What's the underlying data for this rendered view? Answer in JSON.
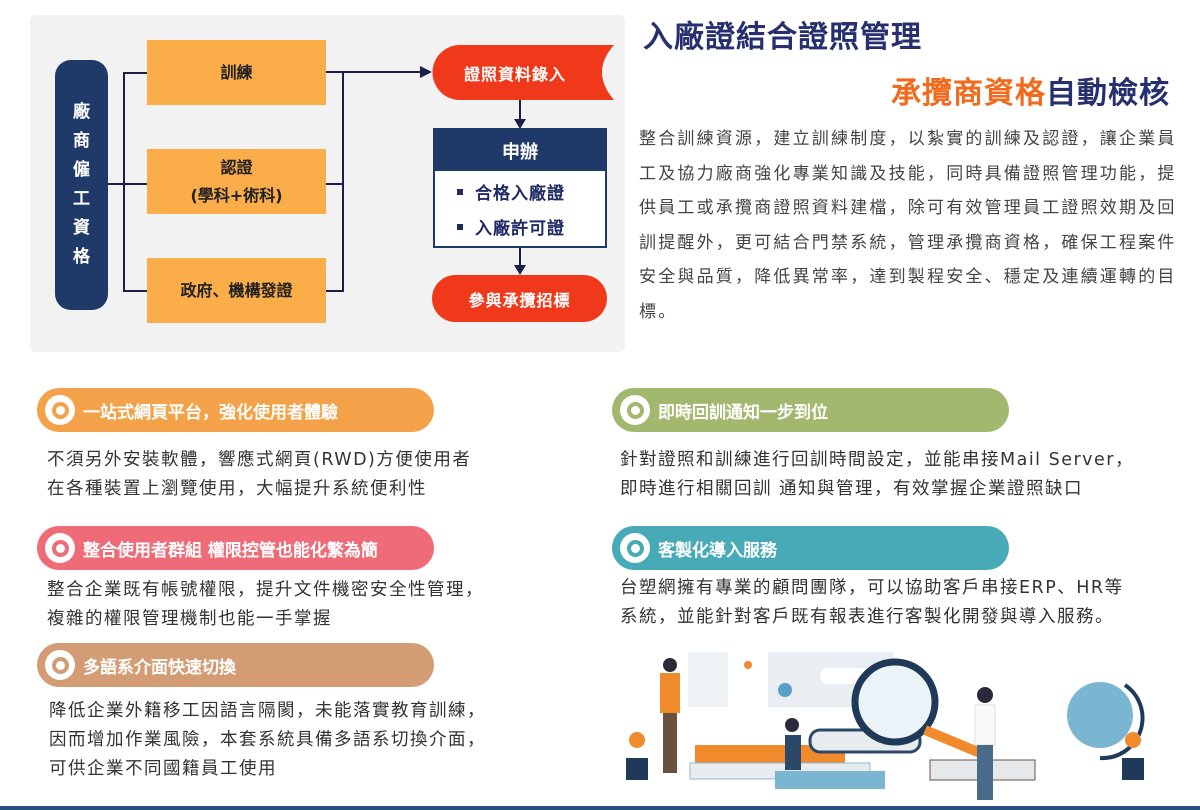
{
  "diagram": {
    "vertical_label": [
      "廠",
      "商",
      "僱",
      "工",
      "資",
      "格"
    ],
    "boxes": [
      "訓練",
      "認證",
      "(學科+術科)",
      "政府、機構發證"
    ],
    "entry": "證照資料錄入",
    "apply": {
      "header": "申辦",
      "items": [
        "合格入廠證",
        "入廠許可證"
      ]
    },
    "bid": "參與承攬招標"
  },
  "header": {
    "title": "入廠證結合證照管理",
    "subtitle_highlight": "承攬商資格",
    "subtitle_rest": "自動檢核"
  },
  "intro": "整合訓練資源，建立訓練制度，以紮實的訓練及認證，讓企業員工及協力廠商強化專業知識及技能，同時具備證照管理功能，提供員工或承攬商證照資料建檔，除可有效管理員工證照效期及回訓提醒外，更可結合門禁系統，管理承攬商資格，確保工程案件安全與品質，降低異常率，達到製程安全、穩定及連續運轉的目標。",
  "features": [
    {
      "title": "一站式網頁平台，強化使用者體驗",
      "lines": [
        "不須另外安裝軟體，響應式網頁(RWD)方便使用者",
        "在各種裝置上瀏覽使用，大幅提升系統便利性"
      ],
      "color": "#f3a24a"
    },
    {
      "title": "整合使用者群組 權限控管也能化繁為簡",
      "lines": [
        "整合企業既有帳號權限，提升文件機密安全性管理，",
        "複雜的權限管理機制也能一手掌握"
      ],
      "color": "#ef6b78"
    },
    {
      "title": "多語系介面快速切換",
      "lines": [
        "降低企業外籍移工因語言隔閡，未能落實教育訓練，",
        "因而增加作業風險，本套系統具備多語系切換介面，",
        "可供企業不同國籍員工使用"
      ],
      "color": "#d39c74"
    },
    {
      "title": "即時回訓通知一步到位",
      "lines": [
        "針對證照和訓練進行回訓時間設定，並能串接Mail Server，",
        "即時進行相關回訓  通知與管理，有效掌握企業證照缺口"
      ],
      "color": "#a3b86f"
    },
    {
      "title": "客製化導入服務",
      "lines": [
        "台塑網擁有專業的顧問團隊，可以協助客戶串接ERP、HR等",
        "系統，並能針對客戶既有報表進行客製化開發與導入服務。"
      ],
      "color": "#48aab7"
    }
  ],
  "colors": {
    "navy": "#1f3a68",
    "orange_box": "#fbad4a",
    "red": "#f0391a",
    "accent_orange": "#f26a1b"
  }
}
